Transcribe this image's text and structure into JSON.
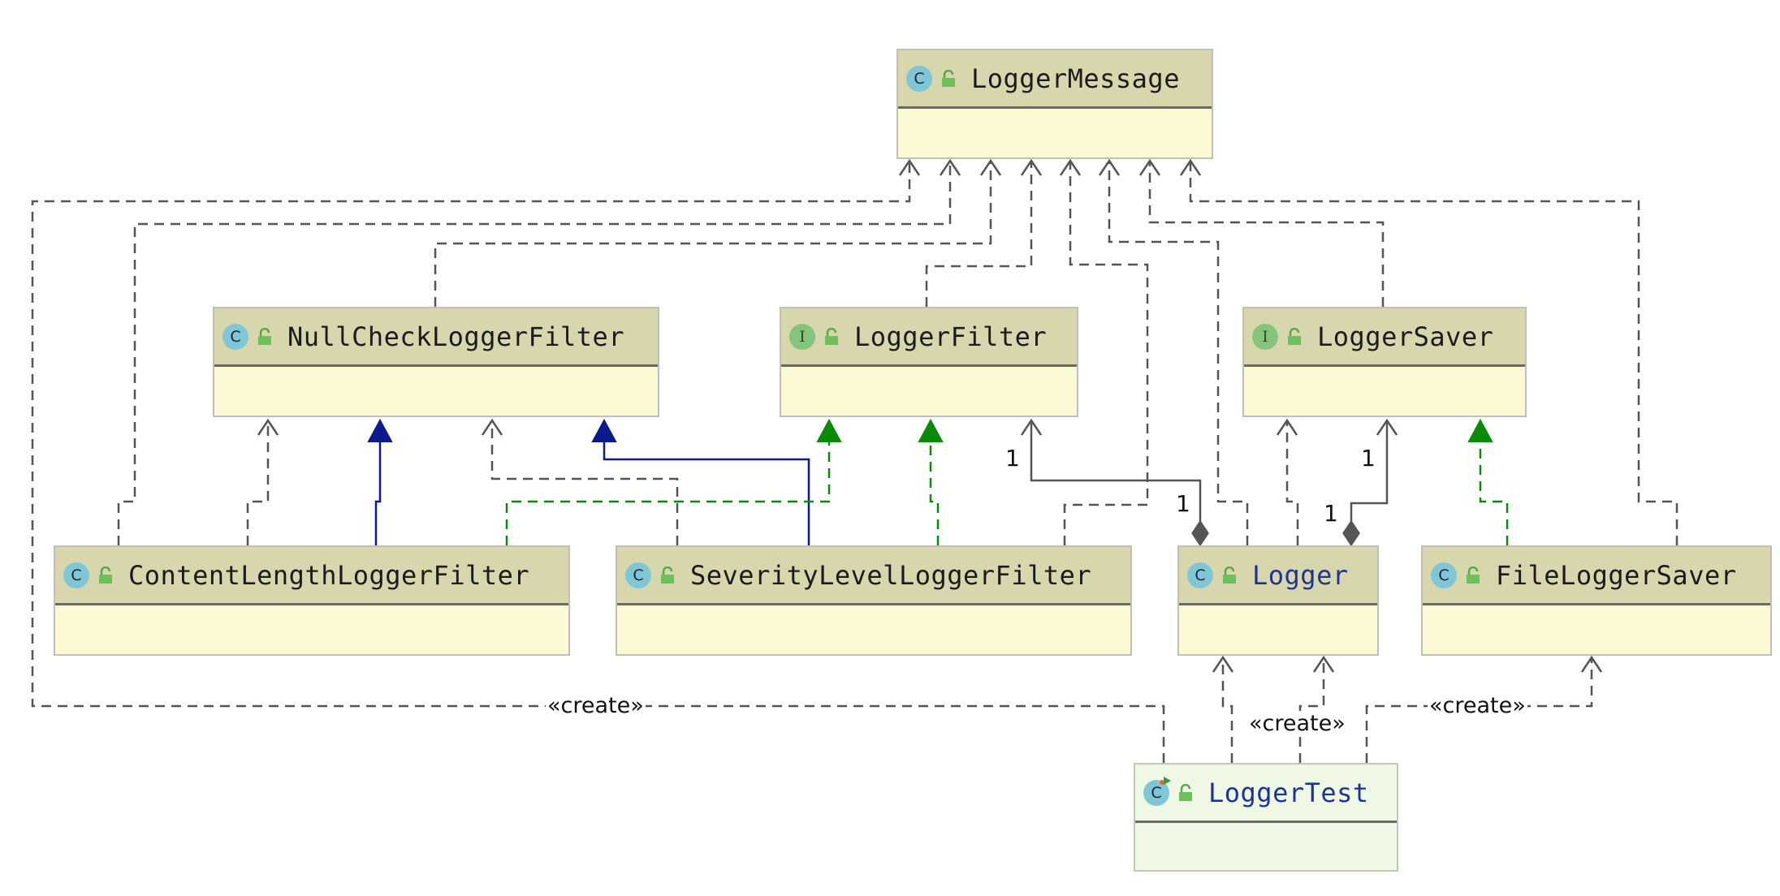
{
  "nodes": {
    "logger_message": {
      "name": "LoggerMessage",
      "kind": "C"
    },
    "null_check_logger_filter": {
      "name": "NullCheckLoggerFilter",
      "kind": "C"
    },
    "logger_filter": {
      "name": "LoggerFilter",
      "kind": "I"
    },
    "logger_saver": {
      "name": "LoggerSaver",
      "kind": "I"
    },
    "content_length_logger_filter": {
      "name": "ContentLengthLoggerFilter",
      "kind": "C"
    },
    "severity_level_logger_filter": {
      "name": "SeverityLevelLoggerFilter",
      "kind": "C"
    },
    "logger": {
      "name": "Logger",
      "kind": "C"
    },
    "file_logger_saver": {
      "name": "FileLoggerSaver",
      "kind": "C"
    },
    "logger_test": {
      "name": "LoggerTest",
      "kind": "C"
    }
  },
  "labels": {
    "create_left": "«create»",
    "create_middle": "«create»",
    "create_right": "«create»",
    "mult_filter_side": "1",
    "mult_logger_filter_end": "1",
    "mult_saver_side": "1",
    "mult_logger_saver_end": "1"
  },
  "colors": {
    "dependency": "#555555",
    "extends": "#0b1a8c",
    "implements": "#0a8a0a",
    "association": "#555555"
  }
}
